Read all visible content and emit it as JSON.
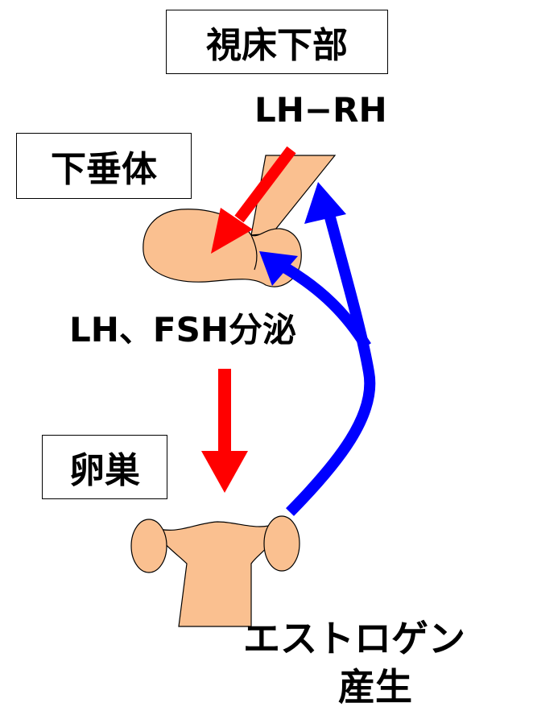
{
  "labels": {
    "hypothalamus": "視床下部",
    "pituitary": "下垂体",
    "ovary": "卵巣",
    "lhrh": "LH−RH",
    "lh_fsh_secretion": "LH、FSH分泌",
    "estrogen_line1": "エストロゲン",
    "estrogen_line2": "産生"
  },
  "colors": {
    "tissue": "#fac090",
    "stimulate_arrow": "#ff0000",
    "feedback_arrow": "#0000ff"
  }
}
